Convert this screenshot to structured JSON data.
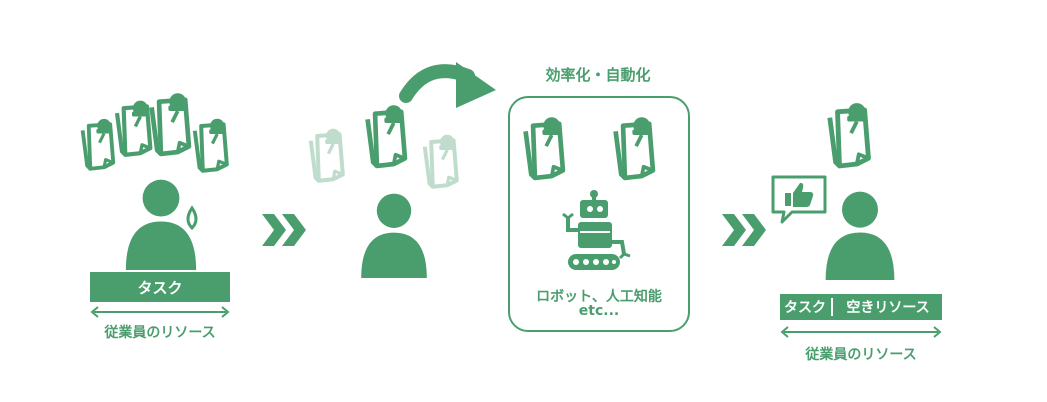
{
  "colors": {
    "primary": "#4a9e6e",
    "light": "#b9dcc7",
    "white": "#ffffff"
  },
  "stage1": {
    "bar_label": "タスク",
    "resource_label": "従業員のリソース"
  },
  "stage3": {
    "title": "効率化・自動化",
    "robot_caption_line1": "ロボット、人工知能",
    "robot_caption_line2": "etc..."
  },
  "stage4": {
    "bar_left": "タスク",
    "bar_right": "空きリソース",
    "resource_label": "従業員のリソース"
  },
  "icons": [
    "task-note-icon",
    "person-icon",
    "sweat-drop-icon",
    "chevron-arrow-icon",
    "curved-arrow-icon",
    "robot-icon",
    "thumbs-up-speech-icon"
  ]
}
